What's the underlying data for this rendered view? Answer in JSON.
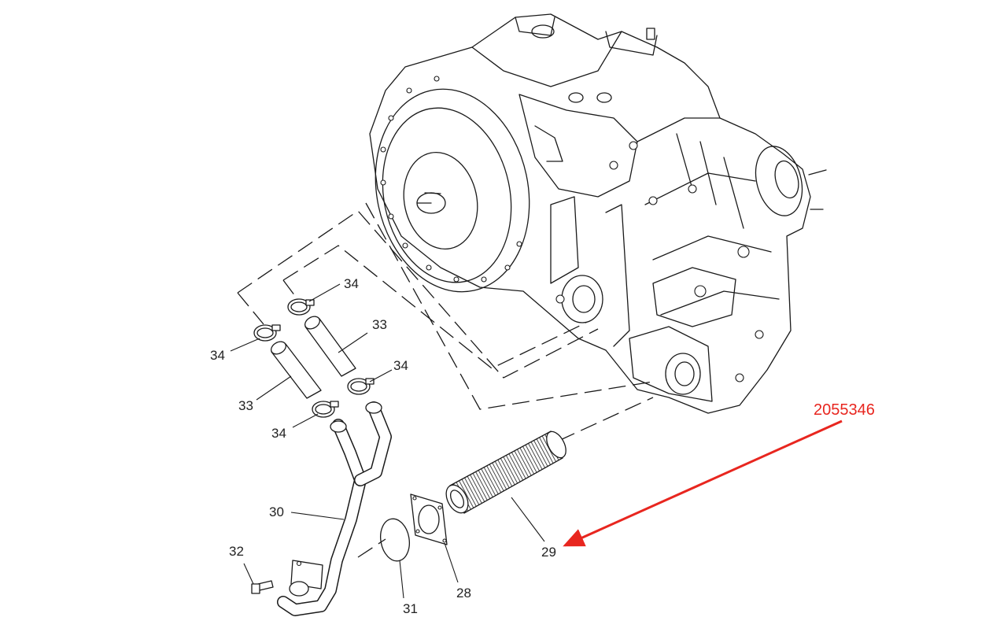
{
  "callouts": {
    "c28": "28",
    "c29": "29",
    "c30": "30",
    "c31": "31",
    "c32": "32",
    "c33_upper": "33",
    "c33_lower": "33",
    "c34_top": "34",
    "c34_left": "34",
    "c34_mid": "34",
    "c34_low": "34"
  },
  "annotation": {
    "part_number": "2055346",
    "color": "#e8261f"
  }
}
